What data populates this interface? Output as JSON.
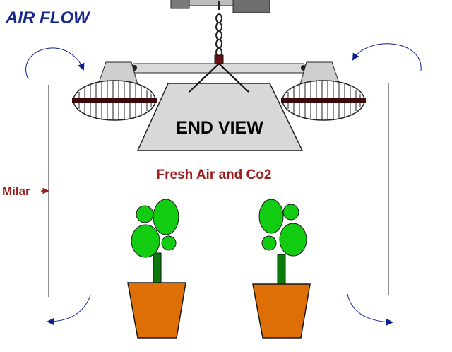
{
  "title": "AIR FLOW",
  "hood_label": "END VIEW",
  "airflow_label": "Fresh Air and Co2",
  "wall_label": "Milar",
  "icons": [
    "arrow-icon",
    "fan-icon",
    "chain-icon",
    "plant-icon"
  ],
  "colors": {
    "title": "#1a2a8c",
    "label_red": "#a01c1c",
    "arrow": "#0f1f8f",
    "hood_fill": "#d8d8d8",
    "fan_band": "#3a0a0a",
    "leaf": "#11cc11",
    "leaf_dark": "#1a1a1a",
    "stem": "#0a7a0a",
    "pot": "#dd6f06",
    "pot_stroke": "#1a1a1a"
  }
}
